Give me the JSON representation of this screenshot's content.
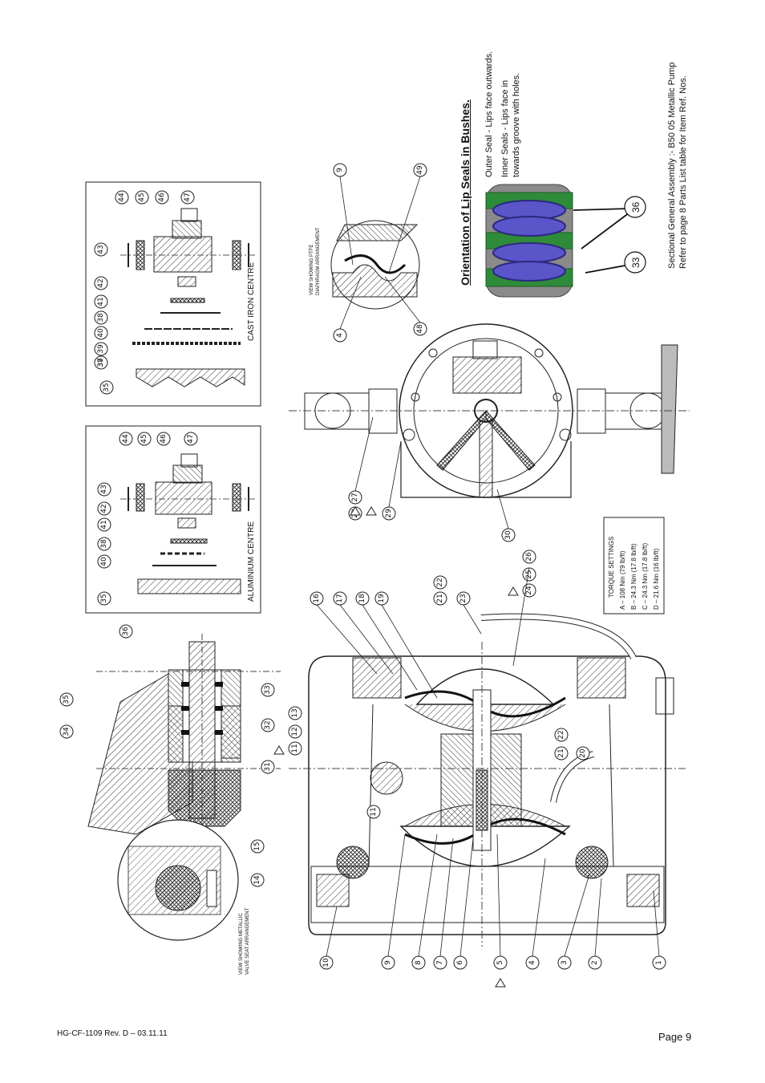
{
  "lip_seals": {
    "heading": "Orientation of Lip Seals in Bushes.",
    "outer_seal": "Outer Seal - Lips face outwards.",
    "inner_seal_line1": "Inner Seals - Lips face in",
    "inner_seal_line2": "towards groove with holes.",
    "callout_a": "36",
    "callout_b": "33"
  },
  "caption": {
    "line1": "Sectional General Assembly :- B50 05 Metallic Pump",
    "line2": "Refer to page 8 Parts List table for Item Ref. Nos."
  },
  "torque": {
    "title": "TORQUE SETTINGS",
    "rows": [
      "A  –  108 Nm (79 lb/ft)",
      "B  –  24.3 Nm (17.8 lb/ft)",
      "C  –  24.3 Nm (17.8 lb/ft)",
      "D  –  21.6 Nm (16 lb/ft)"
    ]
  },
  "insets": {
    "aluminium_label": "ALUMINIUM CENTRE",
    "cast_iron_label": "CAST IRON CENTRE",
    "ptfe_label_1": "VIEW SHOWING PTFE",
    "ptfe_label_2": "DIAPHRAGM ARRANGEMENT",
    "valve_label_1": "VIEW SHOWING METALLIC",
    "valve_label_2": "VALVE SEAT ARRANGEMENT"
  },
  "footer": {
    "doc_ref": "HG-CF-1109 Rev. D – 03.11.11",
    "page": "Page 9"
  },
  "balloons": {
    "al": [
      "44",
      "45",
      "46",
      "47",
      "43",
      "42",
      "41",
      "38",
      "40",
      "35"
    ],
    "ci": [
      "44",
      "45",
      "46",
      "47",
      "43",
      "42",
      "41",
      "38",
      "40",
      "39",
      "38",
      "37",
      "35"
    ],
    "mid": [
      "9",
      "49",
      "4",
      "48",
      "27",
      "28",
      "29",
      "30",
      "24",
      "25",
      "26"
    ],
    "top": [
      "36",
      "35",
      "34",
      "33",
      "32",
      "31",
      "15",
      "14"
    ],
    "main": [
      "16",
      "17",
      "18",
      "19",
      "21",
      "22",
      "23",
      "13",
      "12",
      "11",
      "21",
      "22",
      "20",
      "11",
      "10",
      "9",
      "8",
      "7",
      "6",
      "5",
      "4",
      "3",
      "2",
      "1"
    ]
  },
  "colors": {
    "seal_green": "#2e8b3a",
    "seal_blue": "#5a55c8",
    "body_grey": "#8a8a8a"
  }
}
